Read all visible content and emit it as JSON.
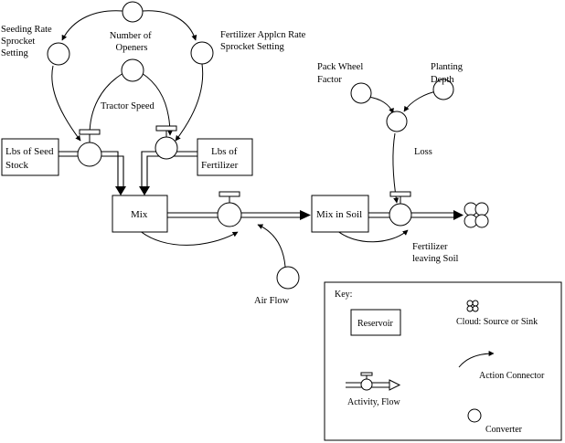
{
  "converters": {
    "number_of_openers": [
      "Number of",
      "Openers"
    ],
    "seeding_rate_sprocket": [
      "Seeding Rate",
      "Sprocket",
      "Setting"
    ],
    "fertilizer_rate_sprocket": [
      "Fertilizer Applcn Rate",
      "Sprocket Setting"
    ],
    "tractor_speed": [
      "Tractor Speed"
    ],
    "pack_wheel_factor": [
      "Pack Wheel",
      "Factor"
    ],
    "planting_depth": [
      "Planting",
      "Depth"
    ],
    "air_flow": [
      "Air Flow"
    ]
  },
  "reservoirs": {
    "seed_stock": [
      "Lbs of Seed",
      "Stock"
    ],
    "fertilizer": [
      "Lbs of",
      "Fertilizer"
    ],
    "mix": [
      "Mix"
    ],
    "mix_in_soil": [
      "Mix in Soil"
    ]
  },
  "flows": {
    "loss": [
      "Loss"
    ],
    "fertilizer_leaving_soil": [
      "Fertilizer",
      "leaving Soil"
    ]
  },
  "key": {
    "title": "Key:",
    "reservoir": "Reservoir",
    "cloud": "Cloud: Source or Sink",
    "action_connector": "Action Connector",
    "activity_flow": "Activity, Flow",
    "converter": "Converter"
  }
}
